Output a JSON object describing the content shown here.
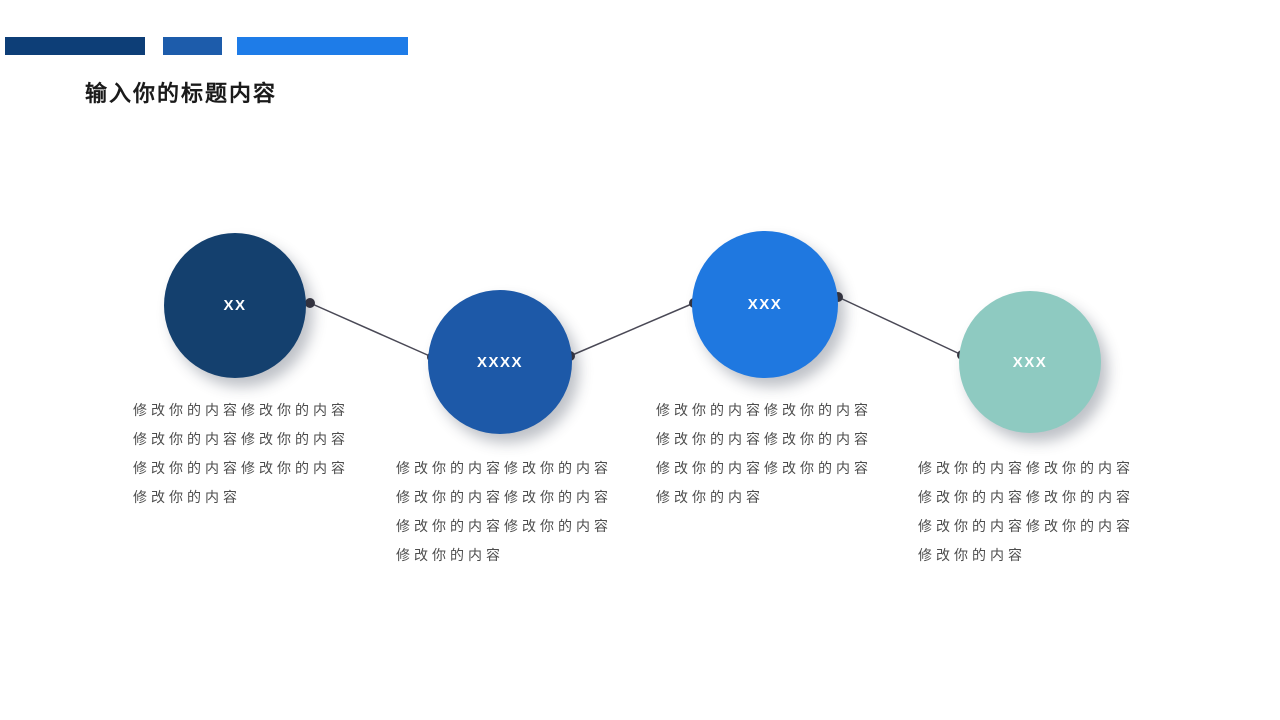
{
  "slide": {
    "title": "输入你的标题内容",
    "background_color": "#ffffff"
  },
  "accent_bars": [
    {
      "name": "dark-blue-bar",
      "color": "#0d3e77"
    },
    {
      "name": "medium-blue-bar",
      "color": "#1d5cab"
    },
    {
      "name": "bright-blue-bar",
      "color": "#1e7ce8"
    }
  ],
  "connectors": {
    "line_color": "#4a4956",
    "dot_color": "#35343f"
  },
  "nodes": [
    {
      "label": "XX",
      "color": "#14406e",
      "lines": [
        "修改你的内容修改你的内容",
        "修改你的内容修改你的内容",
        "修改你的内容修改你的内容",
        "修改你的内容"
      ]
    },
    {
      "label": "XXXX",
      "color": "#1d59a8",
      "lines": [
        "修改你的内容修改你的内容",
        "修改你的内容修改你的内容",
        "修改你的内容修改你的内容",
        "修改你的内容"
      ]
    },
    {
      "label": "XXX",
      "color": "#1f78e0",
      "lines": [
        "修改你的内容修改你的内容",
        "修改你的内容修改你的内容",
        "修改你的内容修改你的内容",
        "修改你的内容"
      ]
    },
    {
      "label": "XXX",
      "color": "#8ecac1",
      "lines": [
        "修改你的内容修改你的内容",
        "修改你的内容修改你的内容",
        "修改你的内容修改你的内容",
        "修改你的内容"
      ]
    }
  ]
}
